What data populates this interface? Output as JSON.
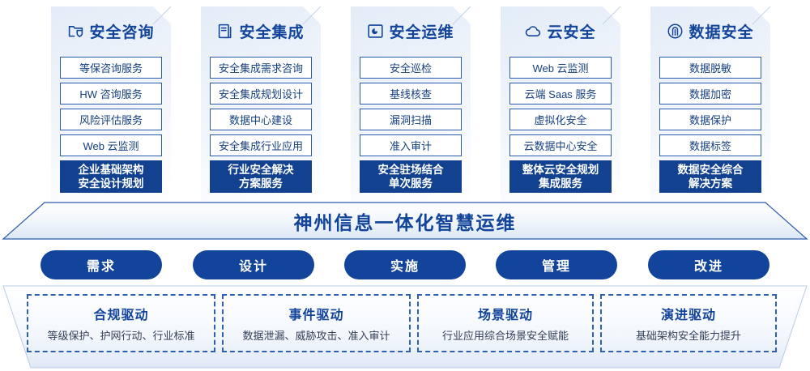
{
  "columns": [
    {
      "title": "安全咨询",
      "icon": "folder-shield-icon",
      "items": [
        "等保咨询服务",
        "HW 咨询服务",
        "风险评估服务",
        "Web 云监测"
      ],
      "highlight_line1": "企业基础架构",
      "highlight_line2": "安全设计规划"
    },
    {
      "title": "安全集成",
      "icon": "document-copy-icon",
      "items": [
        "安全集成需求咨询",
        "安全集成规划设计",
        "数据中心建设",
        "安全集成行业应用"
      ],
      "highlight_line1": "行业安全解决",
      "highlight_line2": "方案服务"
    },
    {
      "title": "安全运维",
      "icon": "monitor-chart-icon",
      "items": [
        "安全巡检",
        "基线核查",
        "漏洞扫描",
        "准入审计"
      ],
      "highlight_line1": "安全驻场结合",
      "highlight_line2": "单次服务"
    },
    {
      "title": "云安全",
      "icon": "cloud-icon",
      "items": [
        "Web 云监测",
        "云端 Saas 服务",
        "虚拟化安全",
        "云数据中心安全"
      ],
      "highlight_line1": "整体云安全规划",
      "highlight_line2": "集成服务"
    },
    {
      "title": "数据安全",
      "icon": "fingerprint-icon",
      "items": [
        "数据脱敏",
        "数据加密",
        "数据保护",
        "数据标签"
      ],
      "highlight_line1": "数据安全综合",
      "highlight_line2": "解决方案"
    }
  ],
  "banner": {
    "text": "神州信息一体化智慧运维"
  },
  "pills": [
    {
      "label": "需求"
    },
    {
      "label": "设计"
    },
    {
      "label": "实施"
    },
    {
      "label": "管理"
    },
    {
      "label": "改进"
    }
  ],
  "drivers": [
    {
      "title": "合规驱动",
      "subtitle": "等级保护、护网行动、行业标准"
    },
    {
      "title": "事件驱动",
      "subtitle": "数据泄漏、威胁攻击、准入审计"
    },
    {
      "title": "场景驱动",
      "subtitle": "行业应用综合场景安全赋能"
    },
    {
      "title": "演进驱动",
      "subtitle": "基础架构安全能力提升"
    }
  ],
  "colors": {
    "brand_blue": "#11449a",
    "deep_blue": "#12428f",
    "border_blue": "#2a5bab",
    "text_blue": "#15407f",
    "panel_light": "#eef3fa"
  }
}
